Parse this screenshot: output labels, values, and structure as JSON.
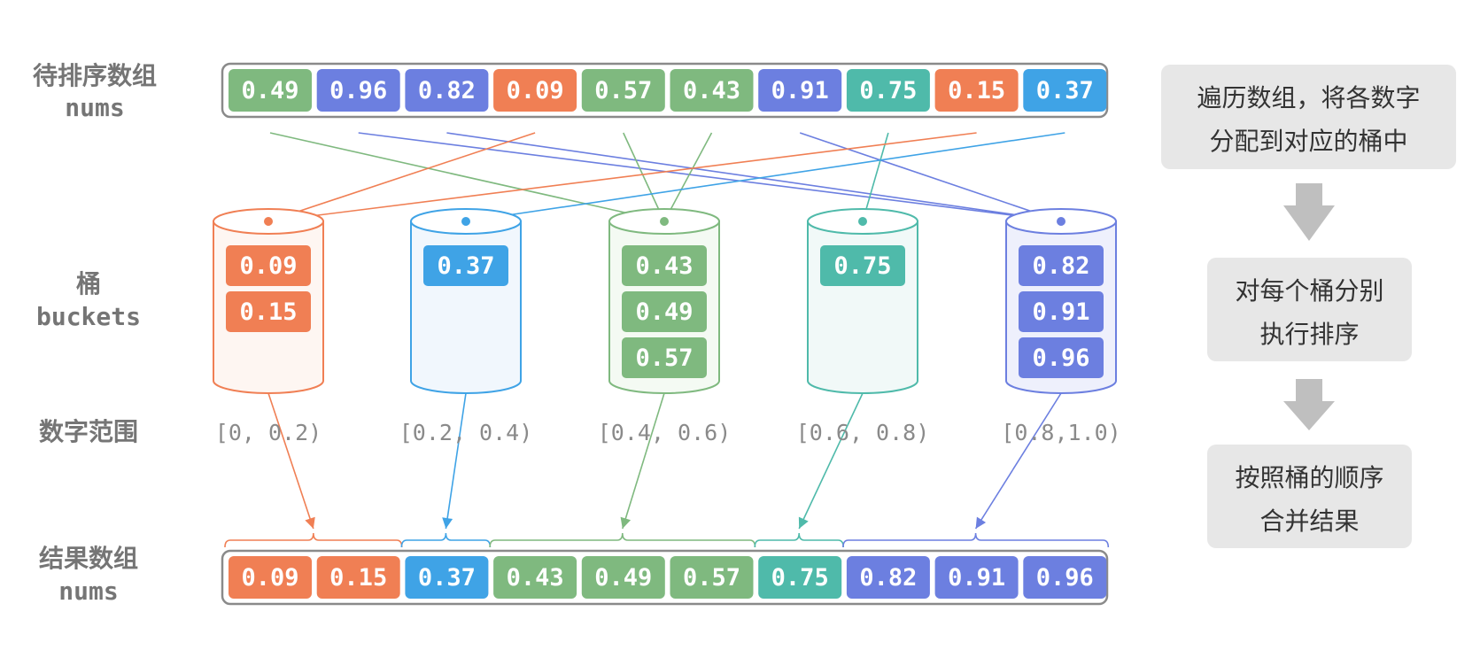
{
  "row_labels": {
    "input_cn": "待排序数组",
    "input_en": "nums",
    "buckets_cn": "桶",
    "buckets_en": "buckets",
    "range_cn": "数字范围",
    "result_cn": "结果数组",
    "result_en": "nums"
  },
  "input": [
    "0.49",
    "0.96",
    "0.82",
    "0.09",
    "0.57",
    "0.43",
    "0.91",
    "0.75",
    "0.15",
    "0.37"
  ],
  "buckets": [
    {
      "range": "[0, 0.2)",
      "items": [
        "0.09",
        "0.15"
      ]
    },
    {
      "range": "[0.2, 0.4)",
      "items": [
        "0.37"
      ]
    },
    {
      "range": "[0.4, 0.6)",
      "items": [
        "0.43",
        "0.49",
        "0.57"
      ]
    },
    {
      "range": "[0.6, 0.8)",
      "items": [
        "0.75"
      ]
    },
    {
      "range": "[0.8,1.0)",
      "items": [
        "0.82",
        "0.91",
        "0.96"
      ]
    }
  ],
  "result": [
    "0.09",
    "0.15",
    "0.37",
    "0.43",
    "0.49",
    "0.57",
    "0.75",
    "0.82",
    "0.91",
    "0.96"
  ],
  "steps": [
    {
      "line1": "遍历数组，将各数字",
      "line2": "分配到对应的桶中"
    },
    {
      "line1": "对每个桶分别",
      "line2": "执行排序"
    },
    {
      "line1": "按照桶的顺序",
      "line2": "合并结果"
    }
  ],
  "colors": {
    "bucket": [
      "#f07f54",
      "#3fa3e6",
      "#7fb97f",
      "#4fbaaa",
      "#6c7fe0"
    ],
    "bucket_fill": [
      "#fef6f2",
      "#f1f7fd",
      "#f4faf3",
      "#f1f9f8",
      "#eef0fc"
    ],
    "label": "#757575",
    "frame": "#8a8a8a",
    "step_box": "#e7e7e7",
    "step_text": "#333333",
    "arrow": "#bfbfbf",
    "range_text": "#8a8a8a"
  }
}
